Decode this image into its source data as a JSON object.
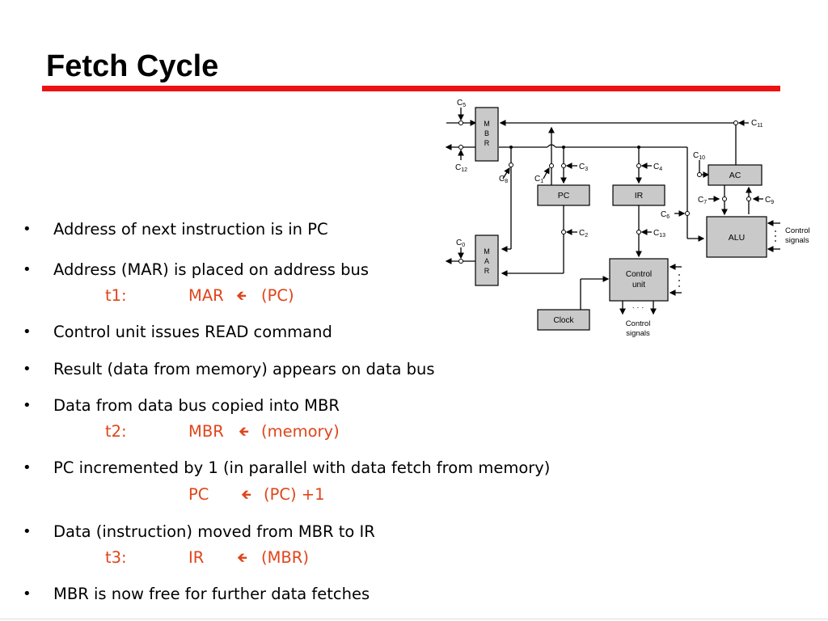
{
  "slide": {
    "title": "Fetch Cycle",
    "accent_color": "#ee1111",
    "highlight_color": "#e0451b"
  },
  "bullets": [
    {
      "text": "Address of next instruction is in PC"
    },
    {
      "text": "Address (MAR) is placed on address bus",
      "rtl": {
        "label": "t1:",
        "reg": "MAR",
        "arrow": "🡸",
        "src": "(PC)"
      }
    },
    {
      "text": "Control unit issues READ command"
    },
    {
      "text": "Result (data from memory) appears on data bus"
    },
    {
      "text": "Data from data bus copied into MBR",
      "rtl": {
        "label": "t2:",
        "reg": "MBR",
        "arrow": "🡸",
        "src": "(memory)"
      }
    },
    {
      "text": "PC incremented by 1 (in parallel with data fetch from memory)",
      "rtl": {
        "label": "",
        "reg": "PC",
        "arrow": "🡸",
        "src": "(PC) +1"
      }
    },
    {
      "text": "Data (instruction) moved from MBR to IR",
      "rtl": {
        "label": "t3:",
        "reg": "IR",
        "arrow": "🡸",
        "src": "(MBR)"
      }
    },
    {
      "text": "MBR is now free for further data fetches"
    }
  ],
  "bullet_symbol": "•",
  "diagram": {
    "registers": {
      "mbr": "M B R",
      "mar": "M A R",
      "pc": "PC",
      "ir": "IR",
      "ac": "AC",
      "alu": "ALU",
      "control_unit_line1": "Control",
      "control_unit_line2": "unit",
      "clock": "Clock"
    },
    "signals": {
      "c0": "0",
      "c1": "1",
      "c2": "2",
      "c3": "3",
      "c4": "4",
      "c5": "5",
      "c6": "6",
      "c7": "7",
      "c8": "8",
      "c9": "9",
      "c10": "10",
      "c11": "11",
      "c12": "12",
      "c13": "13"
    },
    "signal_prefix": "C",
    "control_signals_line1": "Control",
    "control_signals_line2": "signals",
    "alu_control_line1": "Control",
    "alu_control_line2": "signals",
    "ellipsis": "· · ·"
  }
}
